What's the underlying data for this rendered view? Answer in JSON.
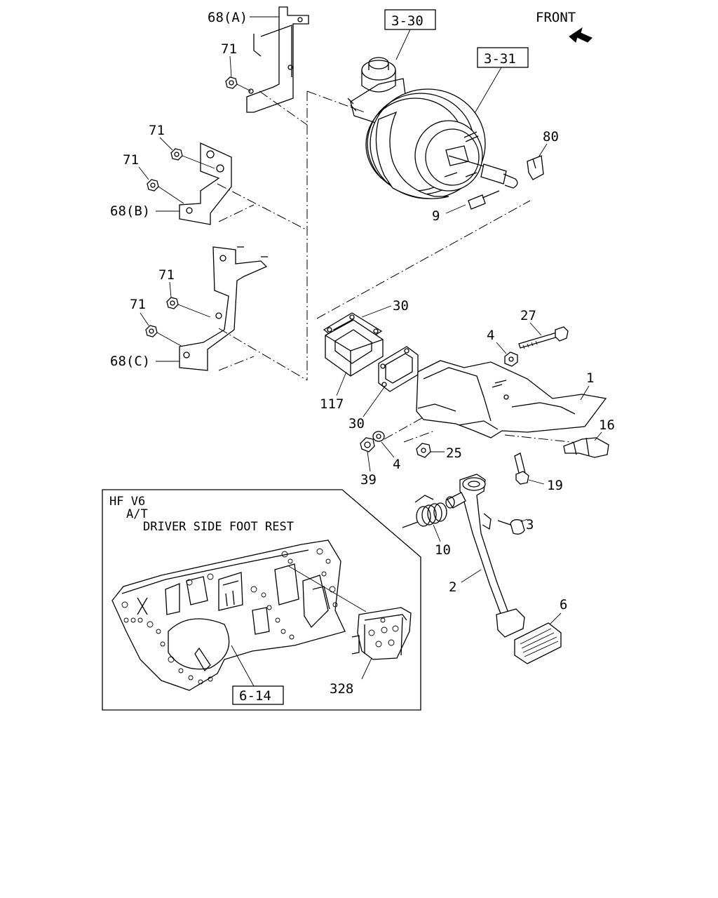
{
  "orientation": {
    "label": "FRONT"
  },
  "references": {
    "master_cylinder": "3-30",
    "brake_booster": "3-31",
    "dash_panel": "6-14"
  },
  "callouts": {
    "c68a": "68(A)",
    "c68b": "68(B)",
    "c68c": "68(C)",
    "c71_1": "71",
    "c71_2": "71",
    "c71_3": "71",
    "c71_4": "71",
    "c71_5": "71",
    "c80": "80",
    "c9": "9",
    "c30_1": "30",
    "c30_2": "30",
    "c117": "117",
    "c27": "27",
    "c4_1": "4",
    "c4_2": "4",
    "c1": "1",
    "c16": "16",
    "c25": "25",
    "c39": "39",
    "c19": "19",
    "c3": "3",
    "c10": "10",
    "c2": "2",
    "c6": "6",
    "c328": "328"
  },
  "inset": {
    "line1": "HF V6",
    "line2": "A/T",
    "line3": "DRIVER SIDE FOOT REST"
  }
}
